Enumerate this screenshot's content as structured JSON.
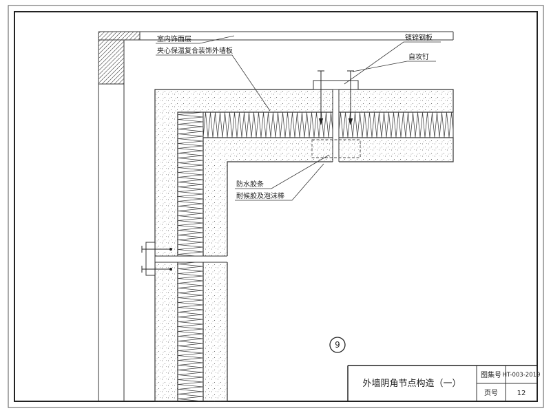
{
  "drawing": {
    "labels": {
      "interior_finish": "室内饰面层",
      "sandwich_panel": "夹心保温复合装饰外墙板",
      "galvanized_plate": "镀锌钢板",
      "self_tapping_screw": "自攻钉",
      "waterproof_strip": "防水胶条",
      "sealant_foam": "耐候胶及泡沫棒",
      "detail_number": "9"
    },
    "title_block": {
      "title": "外墙阴角节点构造（一）",
      "atlas_label": "图集号",
      "atlas_no": "HT-003-2019",
      "page_label": "页号",
      "page_no": "12"
    },
    "colors": {
      "line": "#333333",
      "hatch": "#555555",
      "paper": "#ffffff"
    }
  }
}
